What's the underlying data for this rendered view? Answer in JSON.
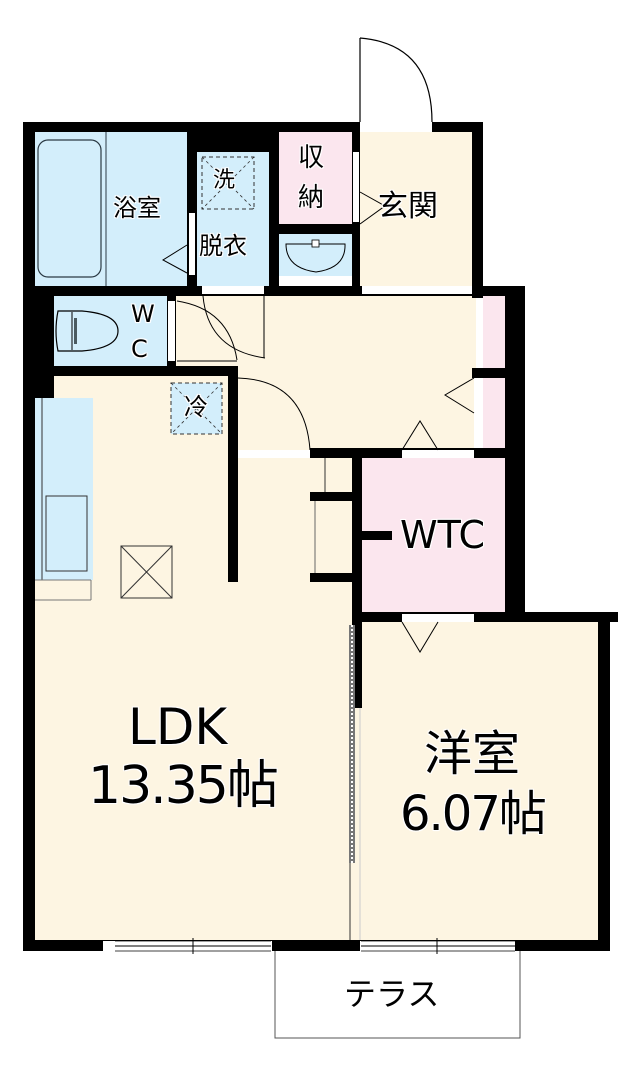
{
  "floorplan": {
    "rooms": {
      "bath": {
        "label": "浴室"
      },
      "washroom": {
        "label": "脱衣"
      },
      "washer": {
        "label": "洗"
      },
      "storage": {
        "label_line1": "収",
        "label_line2": "納"
      },
      "entrance": {
        "label": "玄関"
      },
      "toilet": {
        "label_line1": "W",
        "label_line2": "C"
      },
      "fridge": {
        "label": "冷"
      },
      "ldk": {
        "label": "LDK",
        "size": "13.35帖"
      },
      "wtc": {
        "label": "WTC"
      },
      "western_room": {
        "label": "洋室",
        "size": "6.07帖"
      },
      "terrace": {
        "label": "テラス"
      }
    },
    "colors": {
      "wall": "#000000",
      "floor_cream": "#fdf5e2",
      "wet_area_blue": "#d3eefb",
      "storage_pink": "#fbe6ee"
    }
  }
}
